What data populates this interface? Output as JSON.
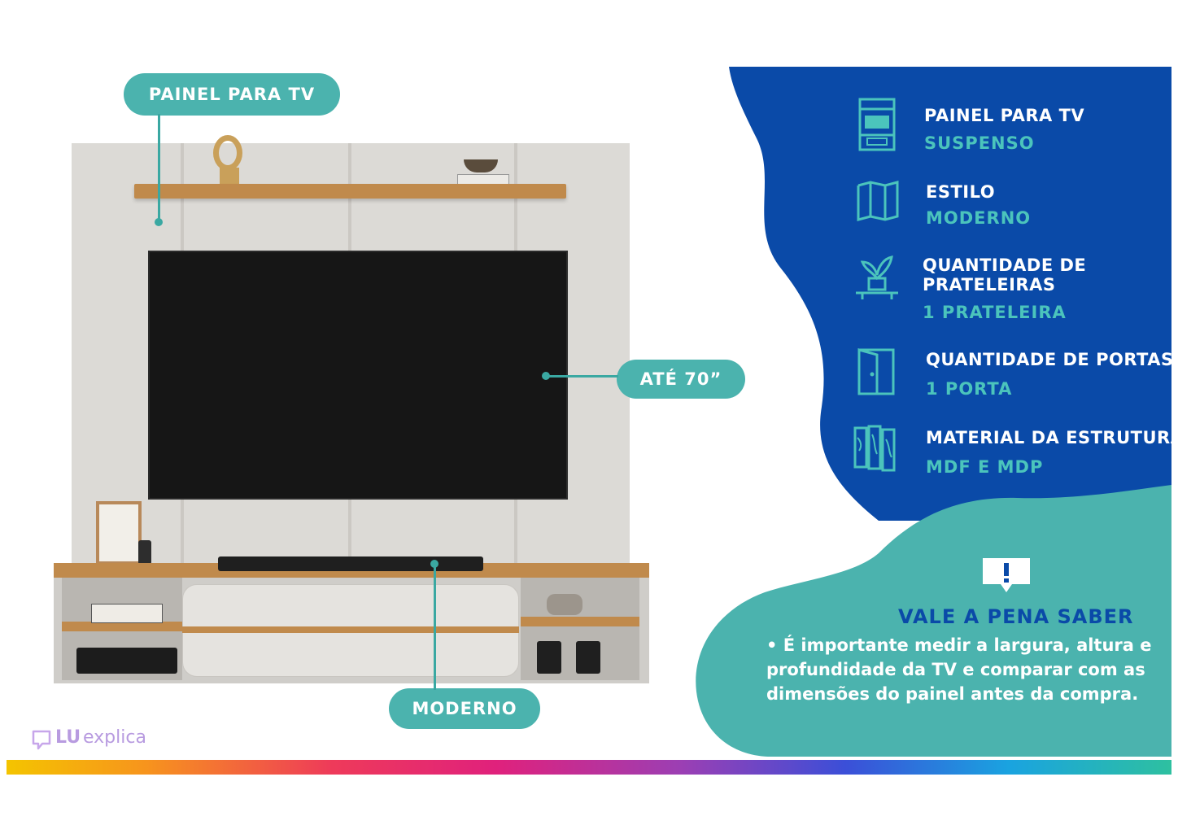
{
  "callouts": {
    "panel": "PAINEL PARA TV",
    "tv_size": "ATÉ 70”",
    "style": "MODERNO"
  },
  "features": [
    {
      "icon": "tv-rack-icon",
      "title": "PAINEL PARA TV",
      "value": "SUSPENSO"
    },
    {
      "icon": "folding-screen-icon",
      "title": "ESTILO",
      "value": "MODERNO"
    },
    {
      "icon": "plant-shelf-icon",
      "title": "QUANTIDADE DE\nPRATELEIRAS",
      "value": "1 PRATELEIRA"
    },
    {
      "icon": "door-icon",
      "title": "QUANTIDADE DE PORTAS",
      "value": "1 PORTA"
    },
    {
      "icon": "wood-panels-icon",
      "title": "MATERIAL DA ESTRUTURA",
      "value": "MDF E MDP"
    }
  ],
  "tip": {
    "icon": "alert-icon",
    "title": "VALE A PENA SABER",
    "lines": [
      "• É importante medir a largura, altura e",
      "profundidade da TV e comparar com as",
      "dimensões do painel antes da compra."
    ]
  },
  "brand": {
    "lu": "LU",
    "explica": "explica"
  },
  "colors": {
    "blue_blob": "#0a4aa8",
    "teal": "#4bb3ae",
    "teal_text": "#4bc4bc",
    "wood": "#c08a4c",
    "panel": "#dcdad6"
  }
}
